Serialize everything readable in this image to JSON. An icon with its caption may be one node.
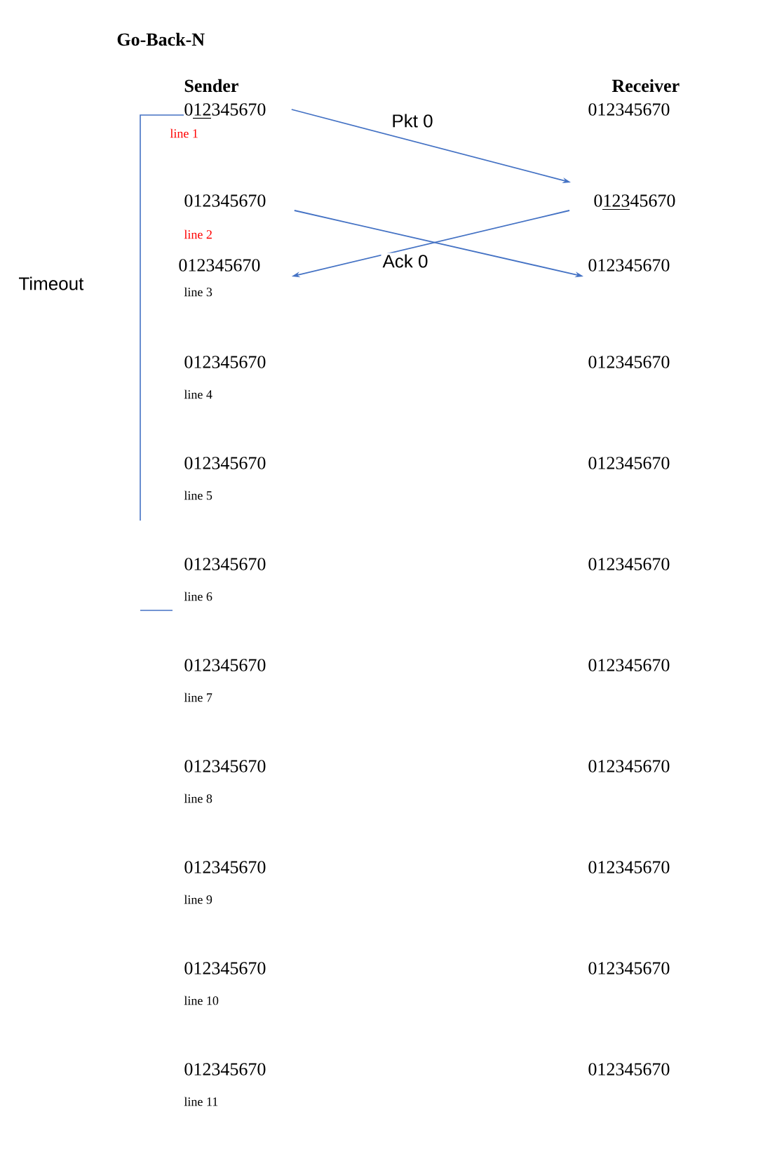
{
  "diagram": {
    "title": "Go-Back-N",
    "nodes": [
      {
        "text": [
          "012345670"
        ],
        "beside": [
          "line 1"
        ]
      },
      {
        "text": [
          "012345670"
        ],
        "beside": [
          "line 2"
        ]
      },
      {
        "text": [
          "012345670"
        ],
        "beside": [
          "line 3"
        ]
      },
      {
        "text": [
          "012345670"
        ],
        "beside": [
          "line 4"
        ]
      },
      {
        "text": [
          "012345670"
        ],
        "beside": [
          "line 5"
        ]
      },
      {
        "text": [
          "012345670"
        ],
        "beside": [
          "line 6"
        ]
      },
      {
        "text": [
          "012345670"
        ],
        "beside": [
          "line 7"
        ]
      },
      {
        "text": [
          "012345670"
        ],
        "beside": [
          "line 8"
        ]
      },
      {
        "text": [
          "012345670"
        ],
        "beside": [
          "line 9"
        ]
      },
      {
        "text": [
          "012345670"
        ],
        "beside": [
          "line 10"
        ]
      },
      {
        "text": [
          "012345670"
        ],
        "beside": [
          "line 11"
        ]
      },
      {
        "text": [
          "012345670"
        ]
      },
      {
        "text": [
          "012345670"
        ]
      },
      {
        "text": [
          "012345670"
        ]
      },
      {
        "text": [
          "012345670"
        ]
      },
      {
        "text": [
          "012345670"
        ]
      },
      {
        "text": [
          "012345670"
        ]
      },
      {
        "text": [
          "012345670"
        ]
      },
      {
        "text": [
          "012345670"
        ]
      },
      {
        "text": [
          "012345670"
        ]
      },
      {
        "text": [
          "012345670"
        ]
      },
      {
        "text": [
          "012345670"
        ]
      }
    ],
    "edges": [
      {
        "from": 0,
        "to": 12,
        "arrow": "to",
        "label": "Pkt 0"
      },
      {
        "from": 1,
        "to": 13,
        "arrow": "to"
      },
      {
        "from": 12,
        "to": 2,
        "arrow": "to",
        "label": "Ack 0"
      }
    ],
    "labels": [
      "Sender",
      "Receiver",
      "Timeout"
    ]
  }
}
